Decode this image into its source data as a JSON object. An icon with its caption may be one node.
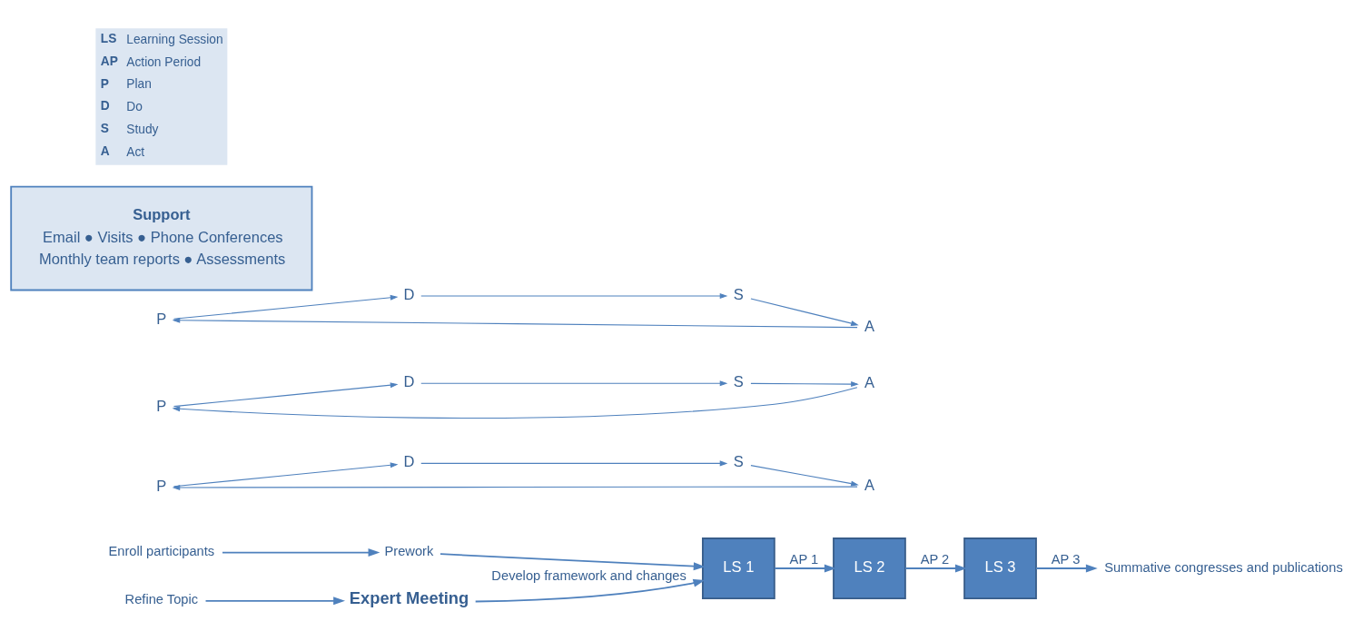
{
  "diagram": {
    "nodes": [
      {
        "text": [
          "Enroll participants"
        ]
      },
      {
        "text": [
          "Prework"
        ]
      },
      {
        "text": [
          "Refine Topic"
        ]
      },
      {
        "text": [
          "Expert Meeting"
        ]
      },
      {
        "text": [
          "LS 1"
        ]
      },
      {
        "text": [
          "LS 2"
        ]
      },
      {
        "text": [
          "LS 3"
        ]
      },
      {
        "text": [
          "Summative congresses and publications"
        ]
      },
      {
        "text": [
          "P"
        ]
      },
      {
        "text": [
          "D"
        ]
      },
      {
        "text": [
          "S"
        ]
      },
      {
        "text": [
          "A"
        ]
      },
      {
        "text": [
          "P"
        ]
      },
      {
        "text": [
          "D"
        ]
      },
      {
        "text": [
          "S"
        ]
      },
      {
        "text": [
          "A"
        ]
      },
      {
        "text": [
          "P"
        ]
      },
      {
        "text": [
          "D"
        ]
      },
      {
        "text": [
          "S"
        ]
      },
      {
        "text": [
          "A"
        ]
      },
      {
        "text": [
          "Support",
          "Email ● Visits ● Phone Conferences",
          "Monthly team reports ● Assessments"
        ]
      }
    ],
    "edges": [
      {
        "from": 0,
        "to": 1,
        "arrow": "to"
      },
      {
        "from": 1,
        "to": 4,
        "arrow": "to"
      },
      {
        "from": 2,
        "to": 3,
        "arrow": "to"
      },
      {
        "from": 3,
        "to": 4,
        "arrow": "to",
        "label": "Develop framework and changes"
      },
      {
        "from": 4,
        "to": 5,
        "arrow": "to",
        "label": "AP 1"
      },
      {
        "from": 5,
        "to": 6,
        "arrow": "to",
        "label": "AP 2"
      },
      {
        "from": 6,
        "to": 7,
        "arrow": "to",
        "label": "AP 3"
      },
      {
        "from": 8,
        "to": 9,
        "arrow": "to"
      },
      {
        "from": 9,
        "to": 10,
        "arrow": "to"
      },
      {
        "from": 10,
        "to": 11,
        "arrow": "to"
      },
      {
        "from": 11,
        "to": 8,
        "arrow": "to"
      },
      {
        "from": 12,
        "to": 13,
        "arrow": "to"
      },
      {
        "from": 13,
        "to": 14,
        "arrow": "to"
      },
      {
        "from": 14,
        "to": 15,
        "arrow": "to"
      },
      {
        "from": 15,
        "to": 12,
        "arrow": "to"
      },
      {
        "from": 16,
        "to": 17,
        "arrow": "to"
      },
      {
        "from": 17,
        "to": 18,
        "arrow": "to"
      },
      {
        "from": 18,
        "to": 19,
        "arrow": "to"
      },
      {
        "from": 19,
        "to": 16,
        "arrow": "to"
      }
    ],
    "labels": [
      "LS",
      "Learning Session",
      "AP",
      "Action Period",
      "P",
      "Plan",
      "D",
      "Do",
      "S",
      "Study",
      "A",
      "Act"
    ]
  }
}
